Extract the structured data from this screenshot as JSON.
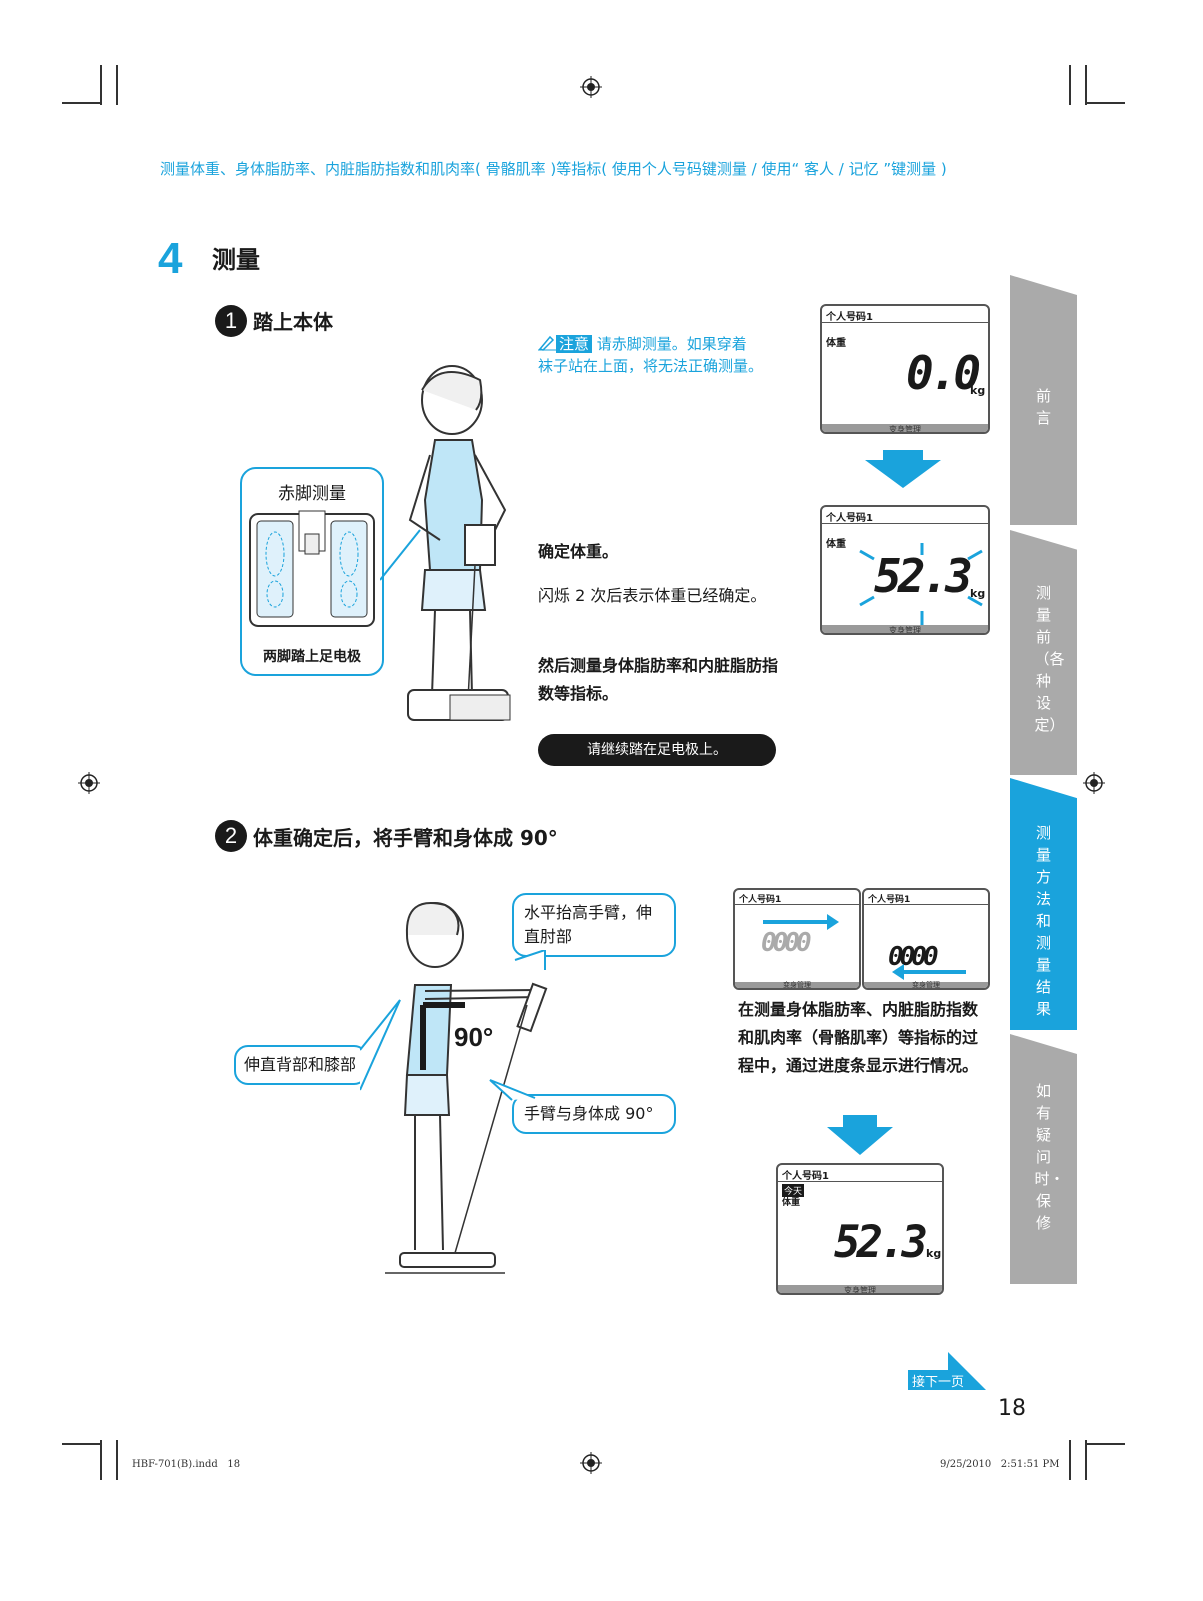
{
  "header": {
    "text": "测量体重、身体脂肪率、内脏脂肪指数和肌肉率( 骨骼肌率 )等指标( 使用个人号码键测量 / 使用“ 客人 / 记忆 ”键测量 )"
  },
  "section": {
    "number": "4",
    "title": "测量"
  },
  "step1": {
    "number": "1",
    "title": "踏上本体",
    "caution_badge": "注意",
    "caution_text_1": "请赤脚测量。如果穿着",
    "caution_text_2": "袜子站在上面，将无法正确测量。",
    "barefoot_label": "赤脚测量",
    "electrode_label": "两脚踏上足电极",
    "confirm_title": "确定体重。",
    "confirm_text": "闪烁 2 次后表示体重已经确定。",
    "then_text": "然后测量身体脂肪率和内脏脂肪指数等指标。",
    "pill_text": "请继续踏在足电极上。"
  },
  "step2": {
    "number": "2",
    "title": "体重确定后，将手臂和身体成 90°",
    "callout_raise": "水平抬高手臂，伸直肘部",
    "callout_back": "伸直背部和膝部",
    "callout_arm": "手臂与身体成 90°",
    "angle_label": "90°",
    "progress_text": "在测量身体脂肪率、内脏脂肪指数和肌肉率（骨骼肌率）等指标的过程中，通过进度条显示进行情况。"
  },
  "lcd": {
    "user_label": "个人号码1",
    "weight_label": "体重",
    "today_label": "今天",
    "unit": "kg",
    "bottom_label": "变身管理",
    "value_initial": "0.0",
    "value_confirmed": "52.3",
    "progress_value": "0000"
  },
  "tabs": [
    {
      "label": "前言"
    },
    {
      "label": "测量前（各种设定）"
    },
    {
      "label": "测量方法和测量结果"
    },
    {
      "label": "如有疑问时・保修"
    }
  ],
  "colors": {
    "accent": "#1aa3dc",
    "tab_gray": "#aaaaaa"
  },
  "next_page": "接下一页",
  "page_number": "18",
  "footer": {
    "file": "HBF-701(B).indd   18",
    "timestamp": "9/25/2010   2:51:51 PM"
  }
}
